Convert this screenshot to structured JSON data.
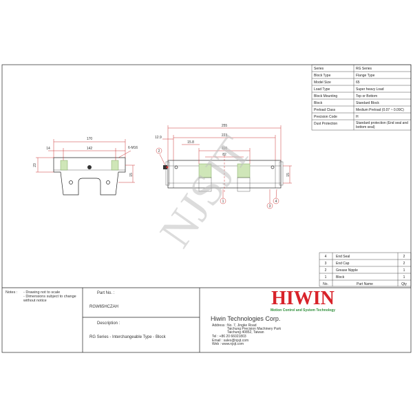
{
  "spec_table": {
    "rows": [
      {
        "key": "Series",
        "value": "RG Series"
      },
      {
        "key": "Block Type",
        "value": "Flange Type"
      },
      {
        "key": "Model Size",
        "value": "65"
      },
      {
        "key": "Load Type",
        "value": "Super heavy Load"
      },
      {
        "key": "Block Mounting",
        "value": "Top or Bottom"
      },
      {
        "key": "Block",
        "value": "Standard Block"
      },
      {
        "key": "Preload Class",
        "value": "Medium Preload (0.07 ~ 0.09C)"
      },
      {
        "key": "Precision Code",
        "value": "H"
      },
      {
        "key": "Dust Protection",
        "value": "Standard protection (End seal and",
        "value2": "bottom seal)"
      }
    ]
  },
  "parts_table": {
    "rows": [
      {
        "no": "4",
        "name": "End Seal",
        "qty": "2"
      },
      {
        "no": "3",
        "name": "End Cap",
        "qty": "2"
      },
      {
        "no": "2",
        "name": "Grease Nipple",
        "qty": "1"
      },
      {
        "no": "1",
        "name": "Block",
        "qty": "1"
      }
    ],
    "headers": {
      "no": "No.",
      "name": "Part Name",
      "qty": "Qty"
    }
  },
  "dimensions": {
    "front": {
      "width_total": "170",
      "side_offset": "14",
      "hole_pitch": "142",
      "thread": "6-M16",
      "height_left": "23",
      "height_right": "15"
    },
    "side": {
      "length_total": "255",
      "offset": "12.9",
      "body_length": "223",
      "small_offset": "15.8",
      "hole_spacing": "110",
      "inner_spacing": "82",
      "height_right": "15"
    },
    "callouts": [
      "1",
      "2",
      "3",
      "4"
    ]
  },
  "watermark": "NJSJT",
  "notes": {
    "label": "Notes :",
    "lines": [
      "- Drawing not to scale",
      "- Dimensions subject to change",
      "without notice"
    ]
  },
  "part_no": {
    "label": "Part No. :",
    "value": "RGW65HCZAH"
  },
  "description": {
    "label": "Description :",
    "value": "RG Series - Interchangeable Type - Block"
  },
  "company": {
    "logo": "HIWIN",
    "tagline": "Motion Control and System Technology",
    "name": "Hiwin Technologies Corp.",
    "address_label": "Address :",
    "address_lines": [
      "No. 7, Jingke Road",
      "Taichung Precision Machinery Park",
      "Taichung 40852, Taiwan"
    ],
    "tel": "Tel : +86 20 66021803",
    "email": "Email : sales@njsjt.com",
    "web": "Web :  www.njsjt.com"
  },
  "colors": {
    "logo_red": "#d8232a",
    "logo_green": "#2f8f3a",
    "dimension_red": "#cc3333"
  }
}
